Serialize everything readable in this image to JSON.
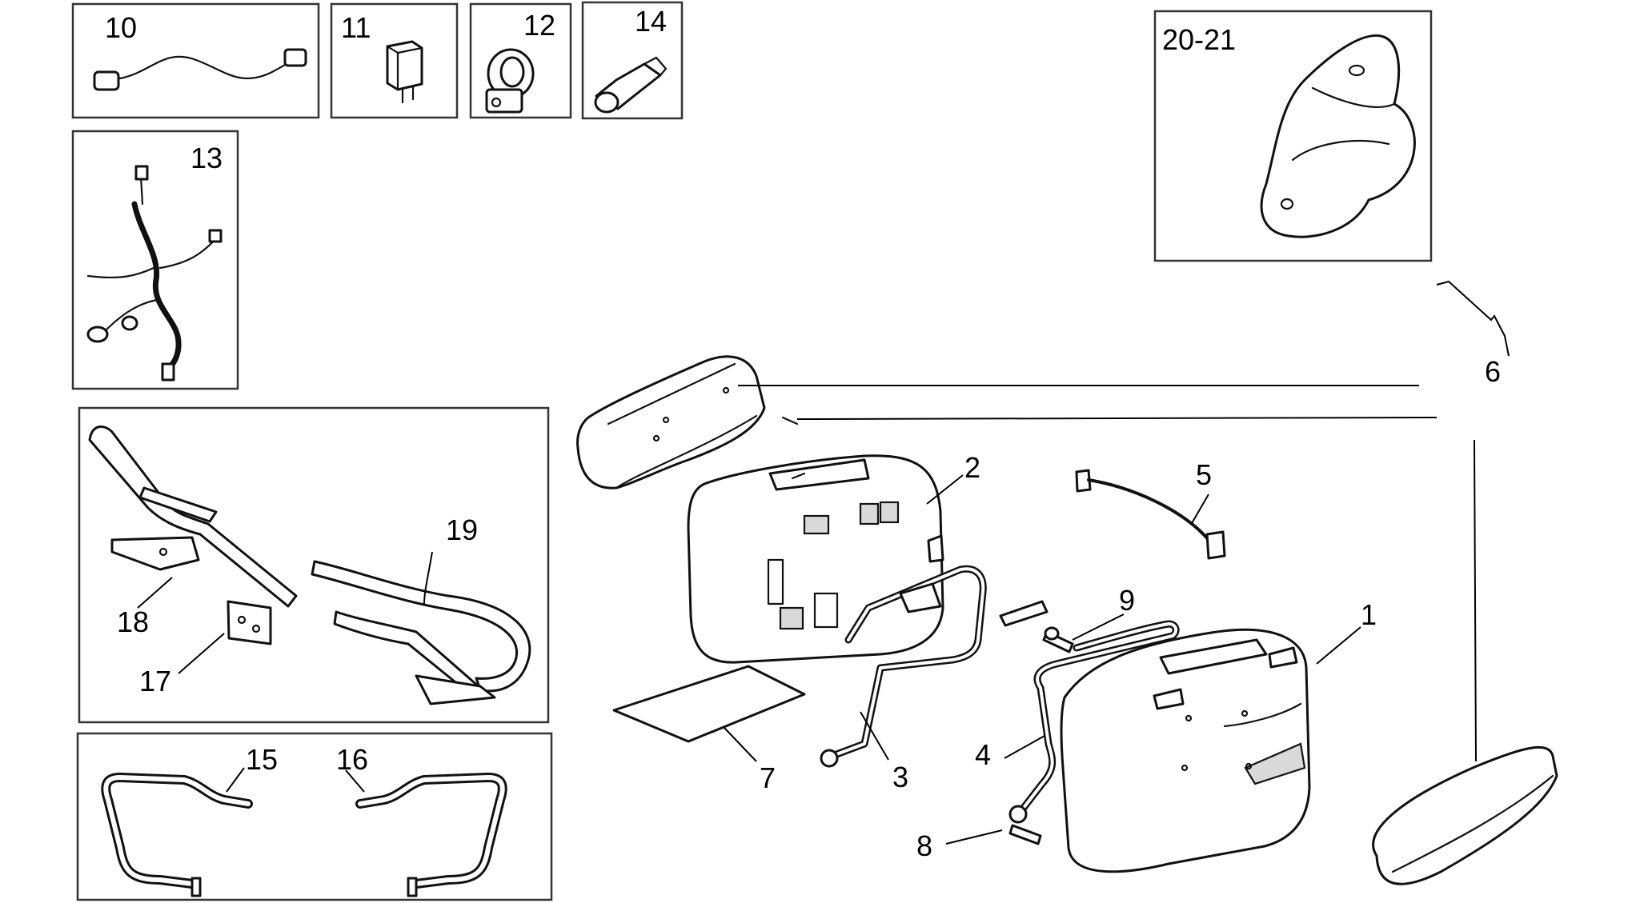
{
  "labels": {
    "p1": "1",
    "p2": "2",
    "p3": "3",
    "p4": "4",
    "p5": "5",
    "p6": "6",
    "p7": "7",
    "p8": "8",
    "p9": "9",
    "p10": "10",
    "p11": "11",
    "p12": "12",
    "p13": "13",
    "p14": "14",
    "p15": "15",
    "p16": "16",
    "p17": "17",
    "p18": "18",
    "p19": "19",
    "p20_21": "20-21"
  }
}
